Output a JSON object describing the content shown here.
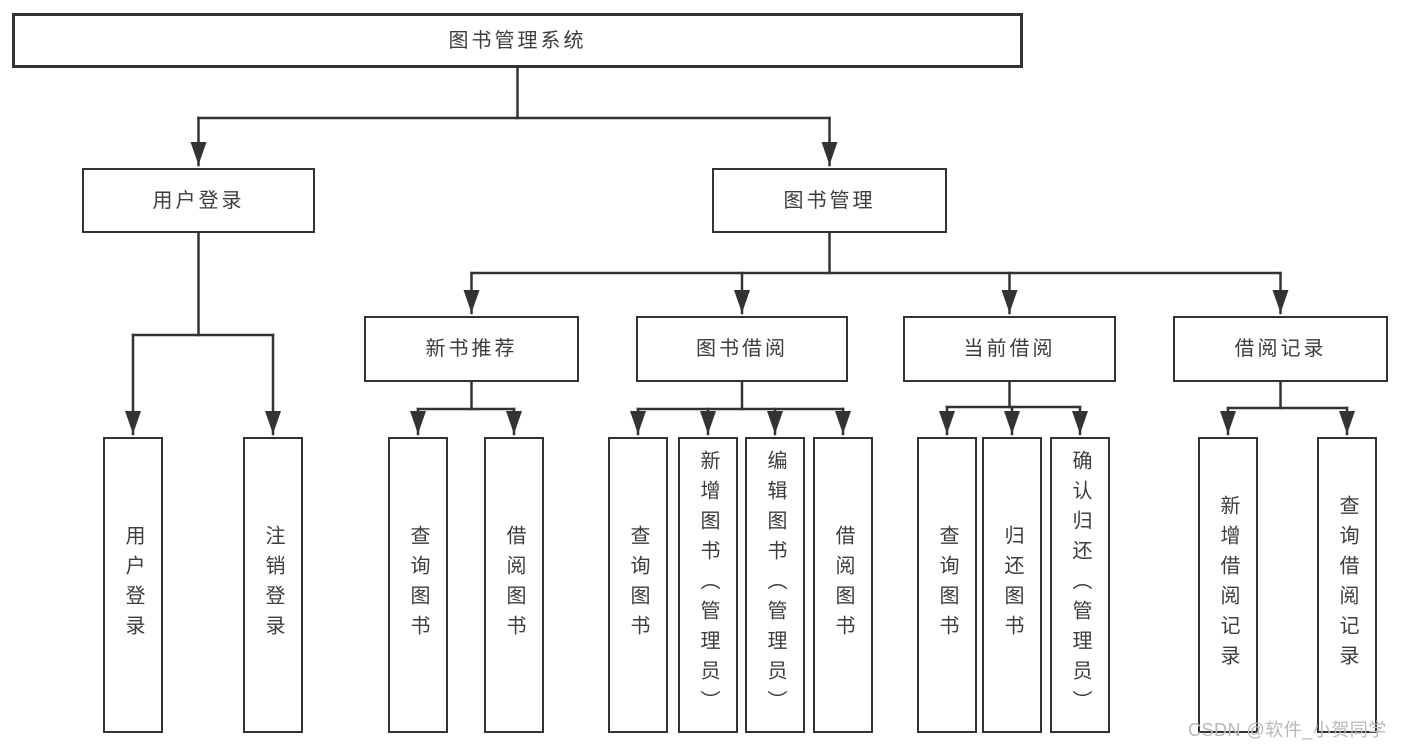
{
  "diagram": {
    "title": "图书管理系统",
    "watermark": "CSDN @软件_小贺同学",
    "colors": {
      "line": "#333333",
      "text": "#3d3d3d",
      "box_fill": "#ffffff",
      "watermark": "#b9b9b9",
      "background": "#ffffff"
    },
    "tree": {
      "id": "root",
      "label": "图书管理系统",
      "children": [
        {
          "id": "user-login",
          "label": "用户登录",
          "children": [
            {
              "id": "leaf-user-login",
              "label": "用户登录"
            },
            {
              "id": "leaf-logout",
              "label": "注销登录"
            }
          ]
        },
        {
          "id": "book-management",
          "label": "图书管理",
          "children": [
            {
              "id": "new-book-recommend",
              "label": "新书推荐",
              "children": [
                {
                  "id": "leaf-query-books-1",
                  "label": "查询图书"
                },
                {
                  "id": "leaf-borrow-books-1",
                  "label": "借阅图书"
                }
              ]
            },
            {
              "id": "book-borrowing",
              "label": "图书借阅",
              "children": [
                {
                  "id": "leaf-query-books-2",
                  "label": "查询图书"
                },
                {
                  "id": "leaf-add-book-admin",
                  "label": "新增图书（管理员）"
                },
                {
                  "id": "leaf-edit-book-admin",
                  "label": "编辑图书（管理员）"
                },
                {
                  "id": "leaf-borrow-books-2",
                  "label": "借阅图书"
                }
              ]
            },
            {
              "id": "current-borrowing",
              "label": "当前借阅",
              "children": [
                {
                  "id": "leaf-query-books-3",
                  "label": "查询图书"
                },
                {
                  "id": "leaf-return-book",
                  "label": "归还图书"
                },
                {
                  "id": "leaf-confirm-return-admin",
                  "label": "确认归还（管理员）"
                }
              ]
            },
            {
              "id": "borrow-records",
              "label": "借阅记录",
              "children": [
                {
                  "id": "leaf-add-borrow-record",
                  "label": "新增借阅记录"
                },
                {
                  "id": "leaf-query-borrow-record",
                  "label": "查询借阅记录"
                }
              ]
            }
          ]
        }
      ]
    }
  }
}
